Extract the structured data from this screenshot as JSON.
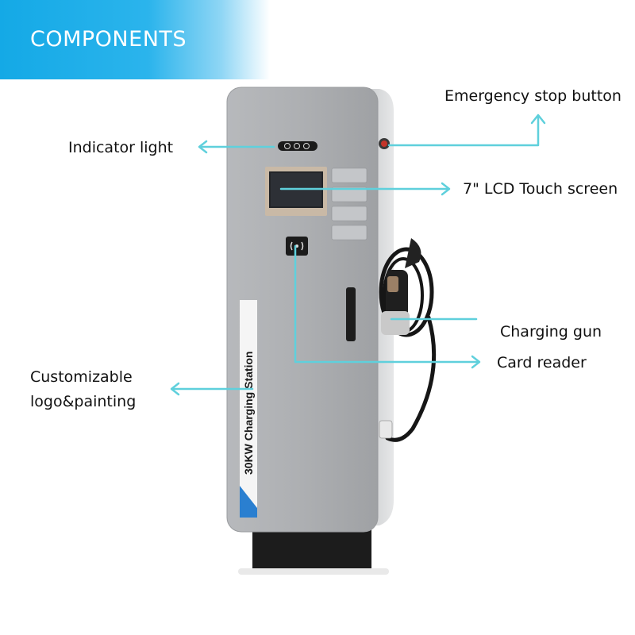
{
  "banner": {
    "title": "COMPONENTS",
    "color": "#1aaeea"
  },
  "labels": {
    "emergency_stop": "Emergency stop button",
    "indicator_light": "Indicator light",
    "lcd_screen": "7\" LCD Touch screen",
    "charging_gun": "Charging gun",
    "card_reader": "Card reader",
    "custom_logo_line1": "Customizable",
    "custom_logo_line2": "logo&painting"
  },
  "device": {
    "side_label": "30KW  Charging  Station"
  },
  "colors": {
    "arrow": "#5fd0dc",
    "panel": "#a9abae",
    "base": "#1c1c1c"
  }
}
